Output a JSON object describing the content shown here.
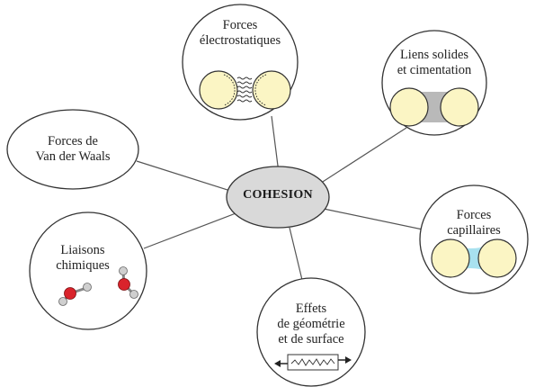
{
  "center": {
    "label": "COHESION"
  },
  "nodes": {
    "electrostatic": {
      "line1": "Forces",
      "line2": "électrostatiques"
    },
    "solid_bridges": {
      "line1": "Liens solides",
      "line2": "et cimentation"
    },
    "van_der_waals": {
      "line1": "Forces de",
      "line2": "Van der Waals"
    },
    "capillary": {
      "line1": "Forces",
      "line2": "capillaires"
    },
    "chemical": {
      "line1": "Liaisons",
      "line2": "chimiques"
    },
    "geometry": {
      "line1": "Effets",
      "line2": "de géométrie",
      "line3": "et de surface"
    }
  },
  "colors": {
    "particle": "#fbf5c4",
    "cement": "#b9b9b9",
    "water": "#a8e1ef",
    "oxygen": "#d9232b",
    "hydrogen": "#cfcfcf",
    "hub": "#d9d9d9"
  }
}
